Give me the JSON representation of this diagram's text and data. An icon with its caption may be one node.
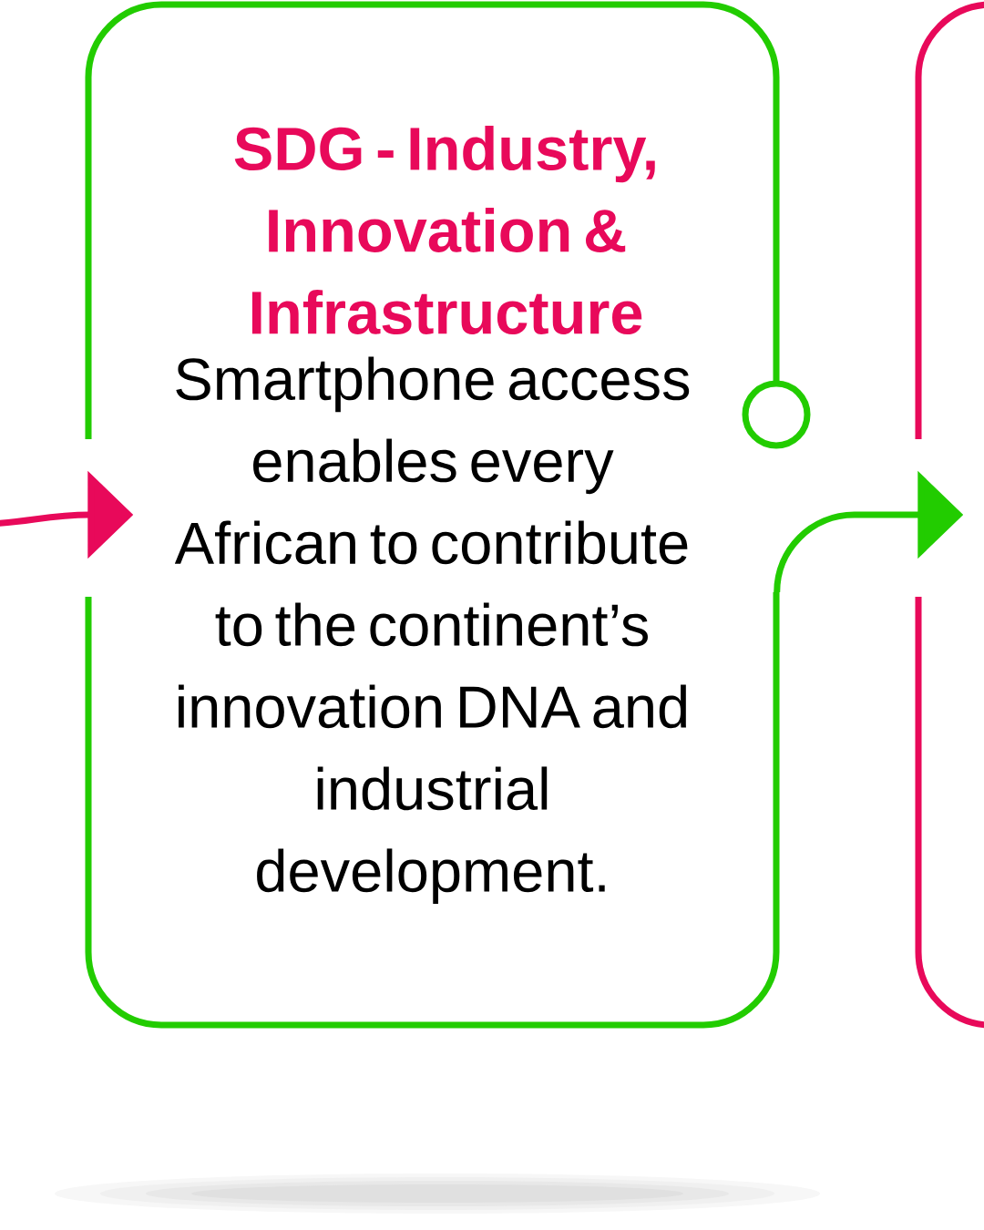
{
  "diagram": {
    "nodes": [
      {
        "text": [
          "SDG - Industry, Innovation & Infrastructure",
          "Smartphone access enables every African to contribute to the continent’s innovation DNA and industrial development."
        ]
      },
      {
        "text": [],
        "shape": "box"
      }
    ],
    "edges": [
      {
        "from": null,
        "to": 0,
        "arrow": "to",
        "color": "#e8095a"
      },
      {
        "from": 0,
        "to": 1,
        "arrow": "to",
        "color": "#22cc00"
      }
    ]
  }
}
